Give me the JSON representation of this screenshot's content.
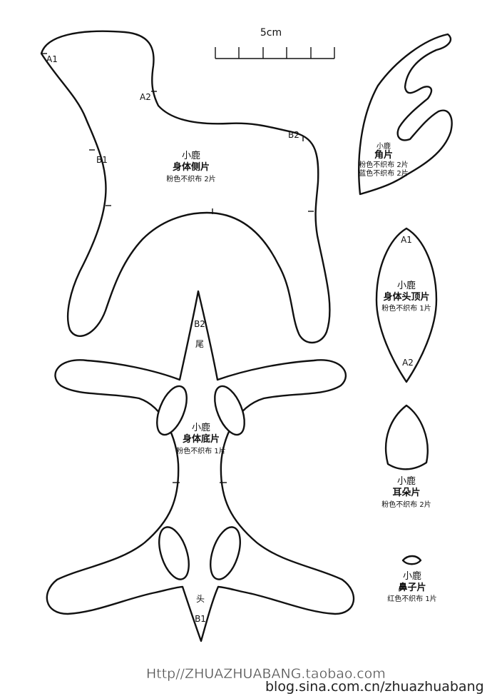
{
  "scale_bar": {
    "label": "5cm"
  },
  "body_side": {
    "name": "小鹿",
    "piece": "身体侧片",
    "note": "粉色不织布 2片",
    "marks": [
      "A1",
      "A2",
      "B1",
      "B2"
    ]
  },
  "antler": {
    "name": "小鹿",
    "piece": "角片",
    "notes": [
      "粉色不织布 2片",
      "蓝色不织布 2片"
    ]
  },
  "head_top": {
    "name": "小鹿",
    "piece": "身体头顶片",
    "note": "粉色不织布 1片",
    "marks": [
      "A1",
      "A2"
    ]
  },
  "body_bottom": {
    "name": "小鹿",
    "piece": "身体底片",
    "note": "粉色不织布 1片",
    "marks": [
      "B2",
      "B1"
    ],
    "tail": "尾",
    "head": "头"
  },
  "ear": {
    "name": "小鹿",
    "piece": "耳朵片",
    "note": "粉色不织布 2片"
  },
  "nose": {
    "name": "小鹿",
    "piece": "鼻子片",
    "note": "红色不织布 1片"
  },
  "watermarks": {
    "shop": "Http//ZHUAZHUABANG.taobao.com",
    "blog": "blog.sina.com.cn/zhuazhuabang"
  }
}
